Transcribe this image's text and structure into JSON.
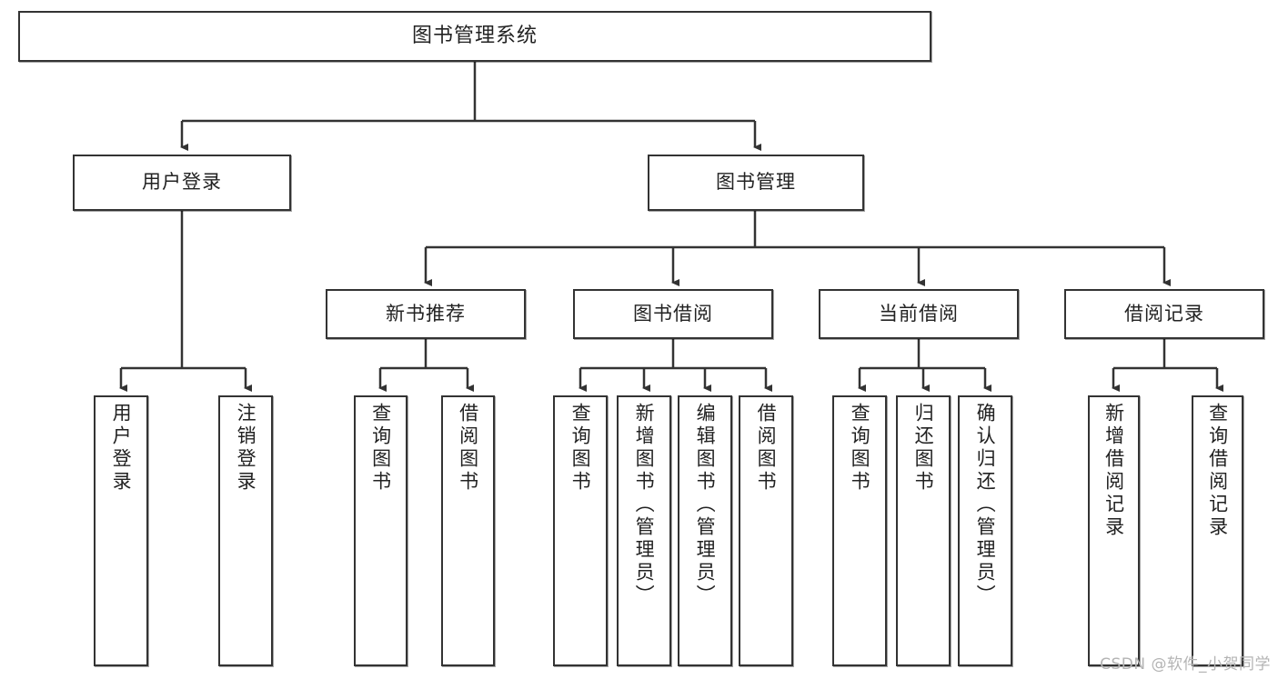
{
  "diagram": {
    "title": "图书管理系统",
    "type": "tree-hierarchy",
    "orientation": "top-down",
    "colors": {
      "box_border": "#333333",
      "box_fill": "#ffffff",
      "connector": "#333333",
      "text": "#222222",
      "watermark": "#b4b4b4",
      "background": "#ffffff"
    }
  },
  "watermark": {
    "text": "CSDN @软件_小贺同学"
  },
  "nodes": {
    "root": {
      "label": "图书管理系统",
      "level": 1,
      "orientation": "horizontal"
    },
    "level2": [
      {
        "id": "user-login",
        "label": "用户登录",
        "orientation": "horizontal"
      },
      {
        "id": "book-management",
        "label": "图书管理",
        "orientation": "horizontal"
      }
    ],
    "level3": [
      {
        "id": "new-book-recommend",
        "label": "新书推荐",
        "orientation": "horizontal",
        "parent": "book-management"
      },
      {
        "id": "book-borrow",
        "label": "图书借阅",
        "orientation": "horizontal",
        "parent": "book-management"
      },
      {
        "id": "current-borrow",
        "label": "当前借阅",
        "orientation": "horizontal",
        "parent": "book-management"
      },
      {
        "id": "borrow-record",
        "label": "借阅记录",
        "orientation": "horizontal",
        "parent": "book-management"
      }
    ],
    "leaves": {
      "user_login": [
        {
          "id": "leaf-user-login",
          "label": "用户登录",
          "orientation": "vertical"
        },
        {
          "id": "leaf-logout",
          "label": "注销登录",
          "orientation": "vertical"
        }
      ],
      "new_book_recommend": [
        {
          "id": "leaf-query-book-1",
          "label": "查询图书",
          "orientation": "vertical"
        },
        {
          "id": "leaf-borrow-book-1",
          "label": "借阅图书",
          "orientation": "vertical"
        }
      ],
      "book_borrow": [
        {
          "id": "leaf-query-book-2",
          "label": "查询图书",
          "orientation": "vertical"
        },
        {
          "id": "leaf-add-book",
          "label": "新增图书（管理员）",
          "orientation": "vertical"
        },
        {
          "id": "leaf-edit-book",
          "label": "编辑图书（管理员）",
          "orientation": "vertical"
        },
        {
          "id": "leaf-borrow-book-2",
          "label": "借阅图书",
          "orientation": "vertical"
        }
      ],
      "current_borrow": [
        {
          "id": "leaf-query-book-3",
          "label": "查询图书",
          "orientation": "vertical"
        },
        {
          "id": "leaf-return-book",
          "label": "归还图书",
          "orientation": "vertical"
        },
        {
          "id": "leaf-confirm-return",
          "label": "确认归还（管理员）",
          "orientation": "vertical"
        }
      ],
      "borrow_record": [
        {
          "id": "leaf-add-record",
          "label": "新增借阅记录",
          "orientation": "vertical"
        },
        {
          "id": "leaf-query-record",
          "label": "查询借阅记录",
          "orientation": "vertical"
        }
      ]
    }
  }
}
